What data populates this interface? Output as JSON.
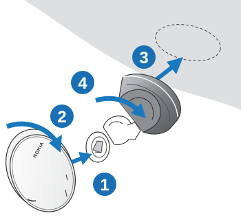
{
  "steps": [
    {
      "number": "1"
    },
    {
      "number": "2"
    },
    {
      "number": "3"
    },
    {
      "number": "4"
    }
  ],
  "device_brand": "NOKIA",
  "colors": {
    "surface": "#dedfe0",
    "badge": "#1a6fb4",
    "arrow": "#1a78bf",
    "outline": "#333333",
    "cup_shade": "#7a7c80",
    "dashed_outline": "#444444"
  }
}
